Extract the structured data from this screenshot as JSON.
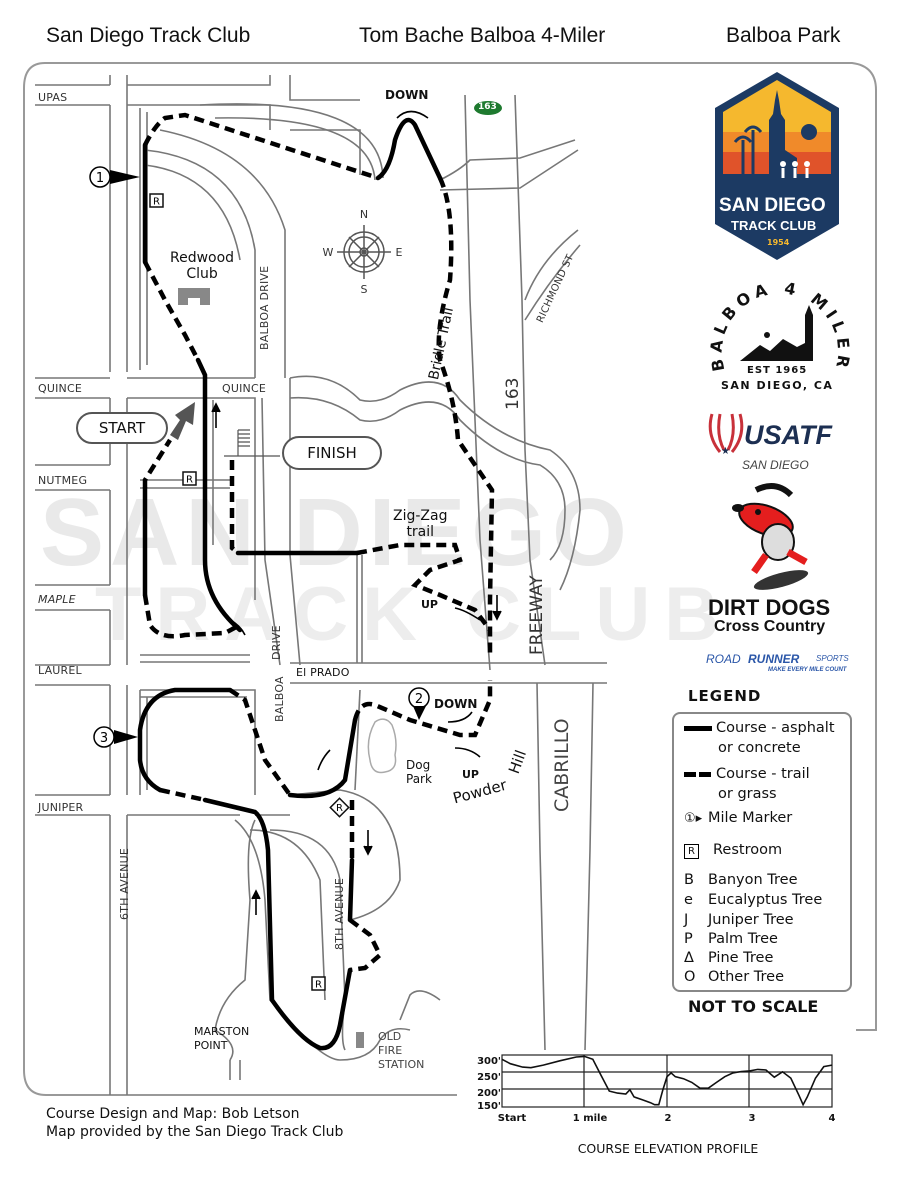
{
  "header": {
    "left": "San Diego Track Club",
    "center": "Tom Bache Balboa 4-Miler",
    "right": "Balboa Park"
  },
  "streets": {
    "upas": "UPAS",
    "quince_left": "QUINCE",
    "quince_right": "QUINCE",
    "nutmeg": "NUTMEG",
    "maple": "MAPLE",
    "laurel": "LAUREL",
    "juniper": "JUNIPER",
    "el_prado": "El PRADO",
    "balboa_drive_top": "BALBOA DRIVE",
    "drive": "DRIVE",
    "balboa": "BALBOA",
    "sixth_avenue": "6TH AVENUE",
    "eighth_avenue": "8TH AVENUE",
    "richmond_st": "RICHMOND ST",
    "freeway_163": "163",
    "freeway": "FREEWAY",
    "cabrillo": "CABRILLO",
    "highway_shield": "163"
  },
  "landmarks": {
    "redwood_club": [
      "Redwood",
      "Club"
    ],
    "bridle_trail": "Bridle Trail",
    "zig_zag": [
      "Zig-Zag",
      "trail"
    ],
    "dog_park": [
      "Dog",
      "Park"
    ],
    "powder_hill": [
      "Powder",
      "Hill"
    ],
    "marston_point": [
      "MARSTON",
      "POINT"
    ],
    "old_fire_station": [
      "OLD",
      "FIRE",
      "STATION"
    ]
  },
  "course_markers": {
    "start": "START",
    "finish": "FINISH",
    "mile_1": "1",
    "mile_2": "2",
    "mile_3": "3",
    "down_top": "DOWN",
    "down_mid": "DOWN",
    "up_zigzag": "UP",
    "up_powder": "UP",
    "restroom": "R"
  },
  "compass": {
    "n": "N",
    "s": "S",
    "e": "E",
    "w": "W"
  },
  "watermark": [
    "SAN DIEGO",
    "TRACK CLUB"
  ],
  "sponsors": {
    "sdtc_logo": {
      "line1": "SAN DIEGO",
      "line2": "TRACK CLUB",
      "year": "1954",
      "colors": {
        "navy": "#1c3a63",
        "yellow": "#f5b82e",
        "orange": "#f08a2a",
        "red": "#e0532a"
      }
    },
    "balboa_logo": {
      "arc": "BALBOA 4 MILER",
      "est": "EST 1965",
      "city": "SAN DIEGO, CA"
    },
    "usatf": {
      "name": "USATF",
      "sub": "SAN DIEGO",
      "colors": {
        "red": "#c8313a",
        "navy": "#1c2f52"
      }
    },
    "dirt_dogs": {
      "line1": "DIRT DOGS",
      "line2": "Cross Country"
    },
    "road_runner": {
      "road": "ROAD",
      "runner": "RUNNER",
      "sports": "SPORTS",
      "tagline": "MAKE EVERY MILE COUNT",
      "color": "#2a56a8"
    }
  },
  "legend": {
    "title": "LEGEND",
    "items": [
      {
        "symbol": "solid-line",
        "label": "Course - asphalt",
        "label2": "or concrete"
      },
      {
        "symbol": "dashed-line",
        "label": "Course - trail",
        "label2": "or grass"
      },
      {
        "symbol": "mile-marker",
        "label": "Mile Marker"
      },
      {
        "symbol": "restroom",
        "label": "Restroom"
      },
      {
        "symbol": "B",
        "label": "Banyon Tree"
      },
      {
        "symbol": "e",
        "label": "Eucalyptus Tree"
      },
      {
        "symbol": "J",
        "label": "Juniper Tree"
      },
      {
        "symbol": "P",
        "label": "Palm Tree"
      },
      {
        "symbol": "Δ",
        "label": "Pine Tree"
      },
      {
        "symbol": "O",
        "label": "Other Tree"
      }
    ],
    "not_to_scale": "NOT TO SCALE"
  },
  "credits": {
    "line1": "Course Design and Map: Bob Letson",
    "line2": "Map provided by the San Diego Track Club"
  },
  "chart_data": {
    "type": "line",
    "title": "COURSE ELEVATION PROFILE",
    "xlabel": "",
    "ylabel": "",
    "x_ticks": [
      "Start",
      "1 mile",
      "2",
      "3",
      "4"
    ],
    "y_ticks": [
      "300'",
      "250'",
      "200'",
      "150'"
    ],
    "ylim": [
      140,
      320
    ],
    "xlim": [
      0,
      4
    ],
    "grid": true,
    "series": [
      {
        "name": "Elevation (ft)",
        "x": [
          0,
          0.1,
          0.25,
          0.35,
          0.5,
          0.7,
          0.9,
          1.0,
          1.1,
          1.2,
          1.3,
          1.4,
          1.5,
          1.55,
          1.6,
          1.7,
          1.8,
          1.85,
          1.9,
          1.95,
          2.0,
          2.05,
          2.1,
          2.2,
          2.3,
          2.4,
          2.5,
          2.6,
          2.7,
          2.8,
          2.9,
          3.0,
          3.1,
          3.2,
          3.3,
          3.4,
          3.5,
          3.6,
          3.65,
          3.7,
          3.8,
          3.9,
          4.0
        ],
        "values": [
          305,
          290,
          278,
          276,
          285,
          300,
          313,
          315,
          305,
          250,
          195,
          188,
          185,
          200,
          175,
          165,
          155,
          148,
          148,
          200,
          245,
          258,
          245,
          238,
          225,
          205,
          205,
          225,
          245,
          258,
          263,
          265,
          270,
          268,
          243,
          262,
          240,
          180,
          148,
          175,
          240,
          280,
          285
        ]
      }
    ]
  }
}
